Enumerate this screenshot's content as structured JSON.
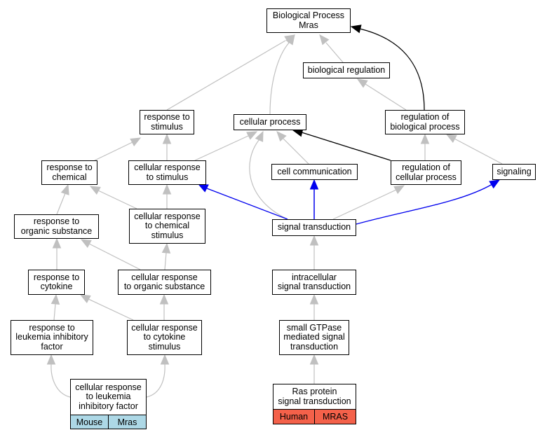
{
  "colors": {
    "edge_gray": "#c0c0c0",
    "edge_black": "#000000",
    "edge_blue": "#0000ee",
    "mouse_tag": "#add8e6",
    "human_tag": "#f4614a"
  },
  "nodes": {
    "bp_mras": {
      "lines": [
        "Biological Process",
        "Mras"
      ]
    },
    "biological_regulation": {
      "lines": [
        "biological regulation"
      ]
    },
    "response_to_stimulus": {
      "lines": [
        "response to",
        "stimulus"
      ]
    },
    "cellular_process": {
      "lines": [
        "cellular process"
      ]
    },
    "regulation_of_biological_process": {
      "lines": [
        "regulation of",
        "biological process"
      ]
    },
    "response_to_chemical": {
      "lines": [
        "response to",
        "chemical"
      ]
    },
    "cellular_response_to_stimulus": {
      "lines": [
        "cellular response",
        "to stimulus"
      ]
    },
    "cell_communication": {
      "lines": [
        "cell communication"
      ]
    },
    "regulation_of_cellular_process": {
      "lines": [
        "regulation of",
        "cellular process"
      ]
    },
    "signaling": {
      "lines": [
        "signaling"
      ]
    },
    "response_to_organic_substance": {
      "lines": [
        "response to",
        "organic substance"
      ]
    },
    "cellular_response_to_chemical_stimulus": {
      "lines": [
        "cellular response",
        "to chemical",
        "stimulus"
      ]
    },
    "signal_transduction": {
      "lines": [
        "signal transduction"
      ]
    },
    "response_to_cytokine": {
      "lines": [
        "response to",
        "cytokine"
      ]
    },
    "cellular_response_to_organic_substance": {
      "lines": [
        "cellular response",
        "to organic substance"
      ]
    },
    "intracellular_signal_transduction": {
      "lines": [
        "intracellular",
        "signal transduction"
      ]
    },
    "response_to_lif": {
      "lines": [
        "response to",
        "leukemia inhibitory",
        "factor"
      ]
    },
    "cellular_response_to_cytokine_stimulus": {
      "lines": [
        "cellular response",
        "to cytokine",
        "stimulus"
      ]
    },
    "small_gtpase_signal_transduction": {
      "lines": [
        "small GTPase",
        "mediated signal",
        "transduction"
      ]
    },
    "cellular_response_to_lif": {
      "lines": [
        "cellular response",
        "to leukemia",
        "inhibitory factor"
      ],
      "tags": [
        "Mouse",
        "Mras"
      ]
    },
    "ras_protein_signal_transduction": {
      "lines": [
        "Ras protein",
        "signal transduction"
      ],
      "tags": [
        "Human",
        "MRAS"
      ]
    }
  }
}
